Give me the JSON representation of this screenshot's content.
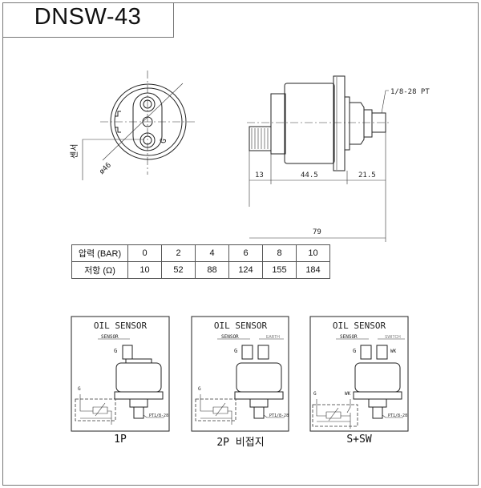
{
  "title": "DNSW-43",
  "drawing": {
    "front_view": {
      "diameter_label": "ø46",
      "terminal_label": "G",
      "leader_label": "센서"
    },
    "side_view": {
      "thread_label": "1/8-28 PT",
      "dimensions": [
        "13",
        "44.5",
        "21.5"
      ],
      "total_length": "79"
    }
  },
  "table": {
    "rows": [
      {
        "header": "압력 (BAR)",
        "values": [
          "0",
          "2",
          "4",
          "6",
          "8",
          "10"
        ]
      },
      {
        "header": "저항 (Ω)",
        "values": [
          "10",
          "52",
          "88",
          "124",
          "155",
          "184"
        ]
      }
    ]
  },
  "wiring": [
    {
      "title": "OIL SENSOR",
      "sensor": "SENSOR",
      "second": "",
      "g": "G",
      "wk": "",
      "thread": "PT1/8-28",
      "caption": "1P"
    },
    {
      "title": "OIL SENSOR",
      "sensor": "SENSOR",
      "second": "EARTH",
      "g": "G",
      "wk": "",
      "thread": "PT1/8-28",
      "caption": "2P 비접지"
    },
    {
      "title": "OIL SENSOR",
      "sensor": "SENSOR",
      "second": "SWITCH",
      "g": "G",
      "wk": "WK",
      "thread": "PT1/8-28",
      "caption": "S+SW"
    }
  ]
}
